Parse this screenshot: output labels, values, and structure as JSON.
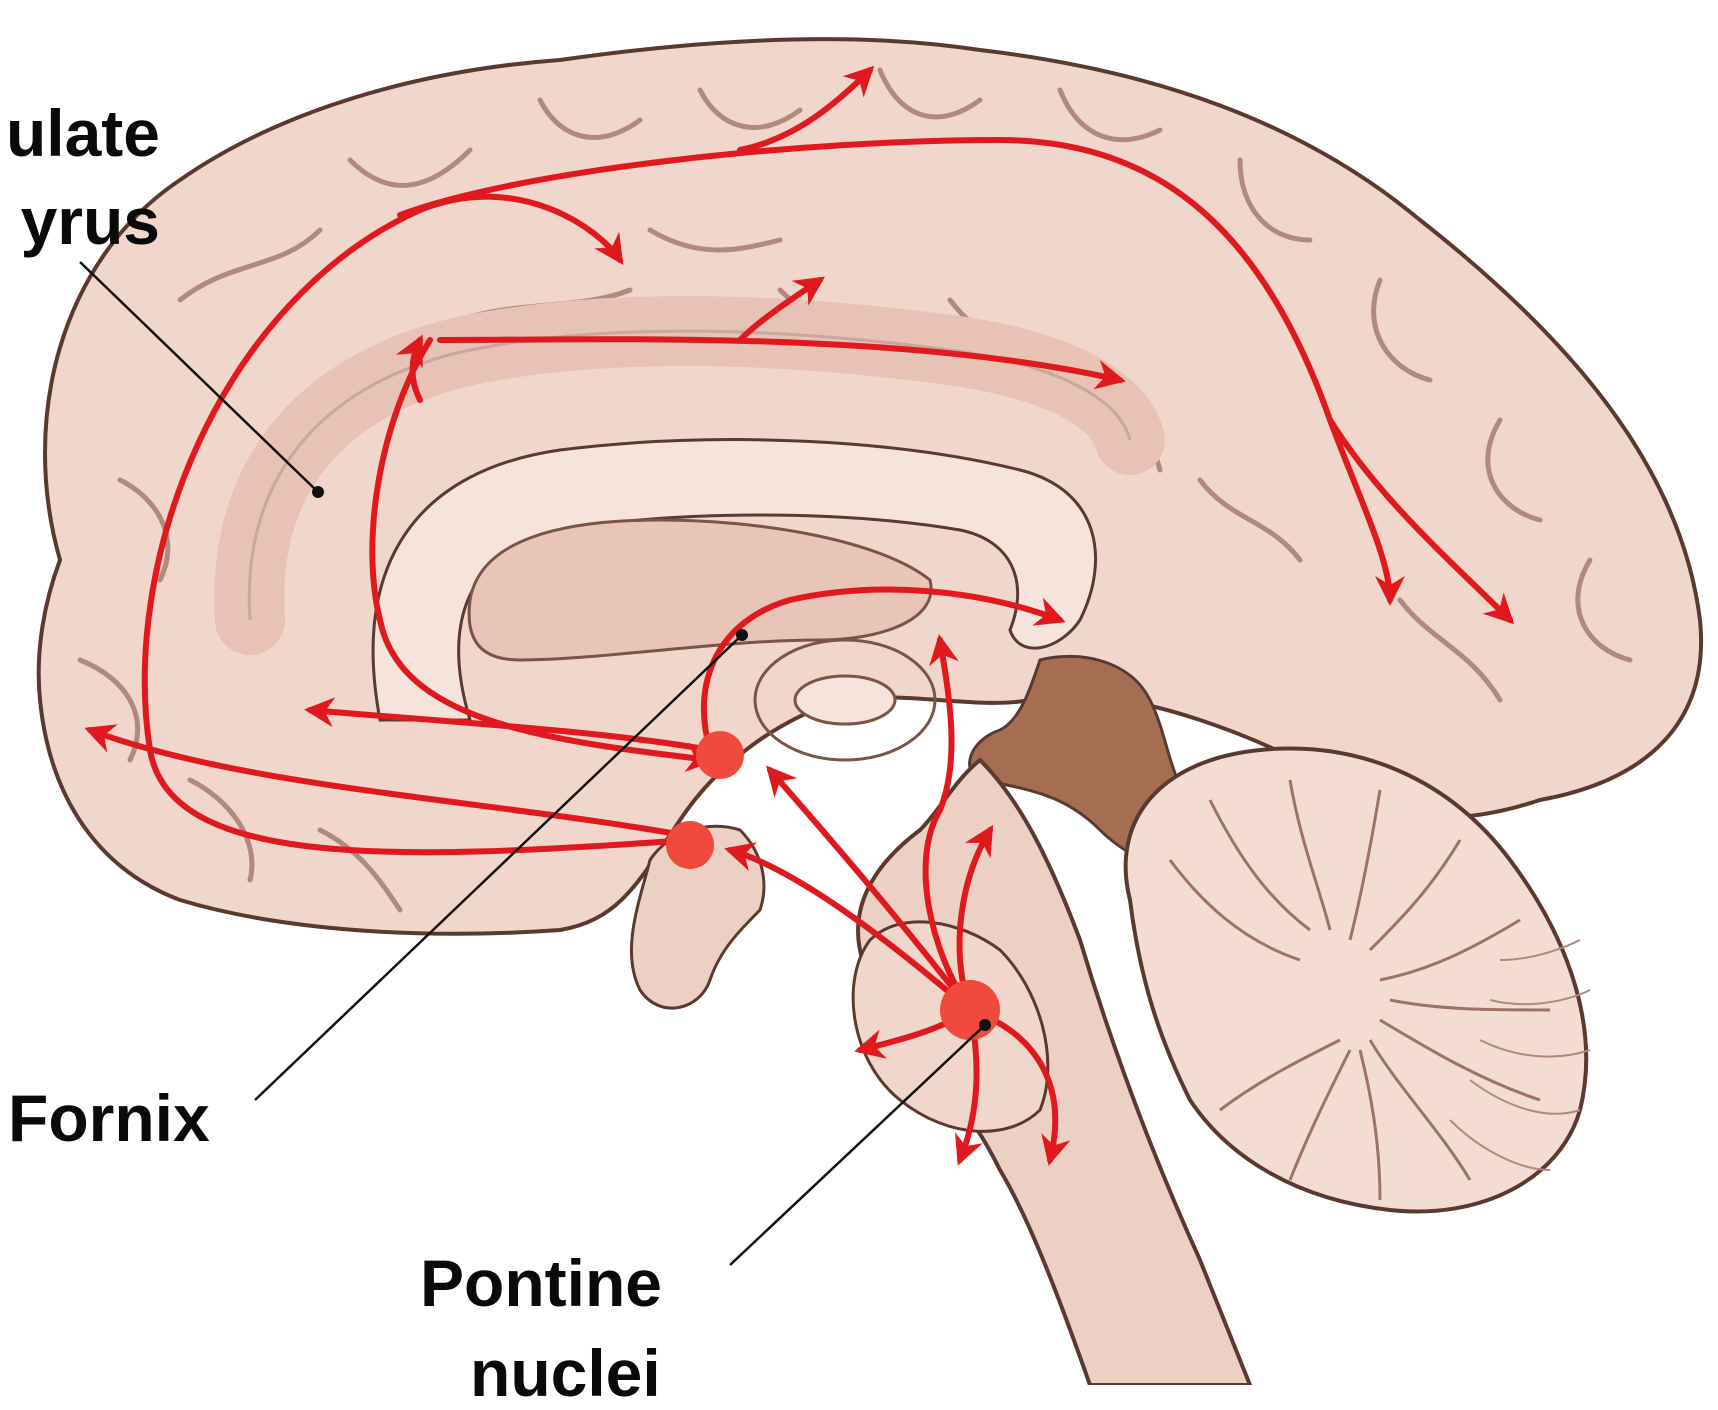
{
  "labels": {
    "cingulate_line1": "ulate",
    "cingulate_line2": "yrus",
    "fornix": "Fornix",
    "pontine_line1": "Pontine",
    "pontine_line2": "nuclei"
  },
  "colors": {
    "tissue": "#f1d6cc",
    "tissue_outline": "#5a3a30",
    "fold_shadow": "#c9a89c",
    "ventricle": "#a56e52",
    "pathway": "#e0191f",
    "nucleus": "#ef4a3c",
    "leader": "#111111"
  }
}
